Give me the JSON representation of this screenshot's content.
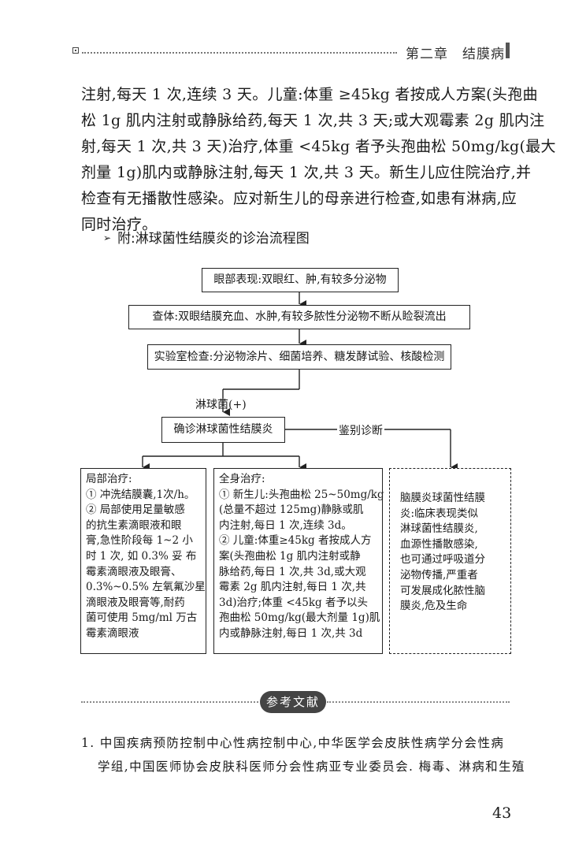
{
  "running_header": {
    "title": "第二章　结膜病"
  },
  "paragraph_lines": [
    "注射,每天 1 次,连续 3 天。儿童:体重 ≥45kg 者按成人方案(头孢曲",
    "松 1g 肌内注射或静脉给药,每天 1 次,共 3 天;或大观霉素 2g 肌内注",
    "射,每天 1 次,共 3 天)治疗,体重 <45kg 者予头孢曲松 50mg/kg(最大",
    "剂量 1g)肌内或静脉注射,每天 1 次,共 3 天。新生儿应住院治疗,并",
    "检查有无播散性感染。应对新生儿的母亲进行检查,如患有淋病,应",
    "同时治疗。"
  ],
  "appendix_heading": "附:淋球菌性结膜炎的诊治流程图",
  "flowchart": {
    "step1": "眼部表现:双眼红、肿,有较多分泌物",
    "step2": "查体:双眼结膜充血、水肿,有较多脓性分泌物不断从睑裂流出",
    "step3": "实验室检查:分泌物涂片、细菌培养、糖发酵试验、核酸检测",
    "result_label": "淋球菌(+)",
    "diagnosis": "确诊淋球菌性结膜炎",
    "differential_label": "鉴别诊断",
    "local_treatment_lines": [
      "局部治疗:",
      "① 冲洗结膜囊,1次/h。",
      "② 局部使用足量敏感",
      "的抗生素滴眼液和眼",
      "膏,急性阶段每 1~2 小",
      "时 1 次, 如 0.3% 妥 布",
      "霉素滴眼液及眼膏、",
      "0.3%~0.5% 左氧氟沙星",
      "滴眼液及眼膏等,耐药",
      "菌可使用 5mg/ml 万古",
      "霉素滴眼液"
    ],
    "systemic_treatment_lines": [
      "全身治疗:",
      "① 新生儿:头孢曲松 25~50mg/kg",
      "(总量不超过 125mg)静脉或肌",
      "内注射,每日 1 次,连续 3d。",
      "② 儿童:体重≥45kg 者按成人方",
      "案(头孢曲松 1g 肌内注射或静",
      "脉给药,每日 1 次,共 3d,或大观",
      "霉素 2g 肌内注射,每日 1 次,共",
      "3d)治疗;体重 <45kg 者予以头",
      "孢曲松 50mg/kg(最大剂量 1g)肌",
      "内或静脉注射,每日 1 次,共 3d"
    ],
    "differential_lines": [
      "脑膜炎球菌性结膜",
      "炎:临床表现类似",
      "淋球菌性结膜炎,",
      "血源性播散感染,",
      "也可通过呼吸道分",
      "泌物传播,严重者",
      "可发展成化脓性脑",
      "膜炎,危及生命"
    ]
  },
  "references": {
    "heading": "参考文献",
    "items": [
      "1. 中国疾病预防控制中心性病控制中心,中华医学会皮肤性病学分会性病",
      "学组,中国医师协会皮肤科医师分会性病亚专业委员会. 梅毒、淋病和生殖"
    ]
  },
  "page_number": "43"
}
